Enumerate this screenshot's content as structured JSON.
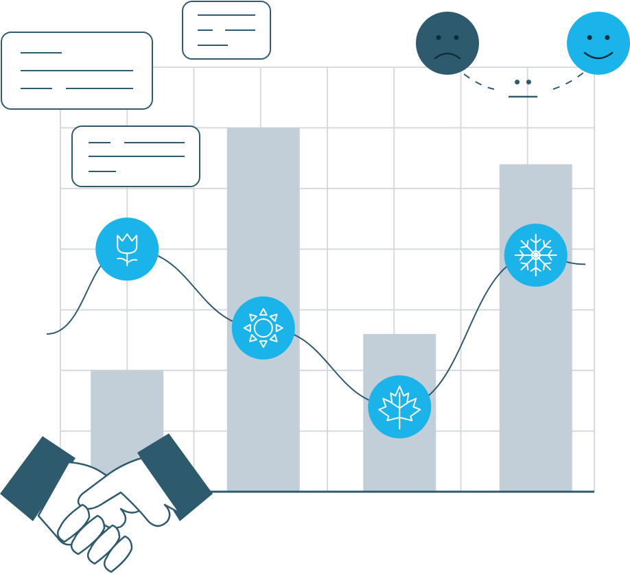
{
  "chart_data": {
    "type": "bar",
    "categories": [
      "spring",
      "summer",
      "autumn",
      "winter"
    ],
    "series": [
      {
        "values": [
          2,
          6,
          2.6,
          5.4
        ]
      },
      {
        "values": [
          4,
          2.7,
          1.4,
          3.9
        ]
      }
    ],
    "ylim": [
      0,
      7
    ],
    "grid": true
  },
  "season_icons": [
    "tulip-icon",
    "sun-icon",
    "maple-leaf-icon",
    "snowflake-icon"
  ],
  "mood_faces": [
    "sad-face-icon",
    "neutral-face-icon",
    "happy-face-icon"
  ],
  "decorations": [
    "speech-bubble-icon",
    "speech-bubble-icon",
    "speech-bubble-icon",
    "handshake-icon"
  ],
  "colors": {
    "grid": "#d5dadf",
    "bar": "#c2cfd8",
    "line": "#2e5a6e",
    "accent": "#1ab3ea",
    "dark": "#2e5a6e",
    "white": "#ffffff"
  }
}
